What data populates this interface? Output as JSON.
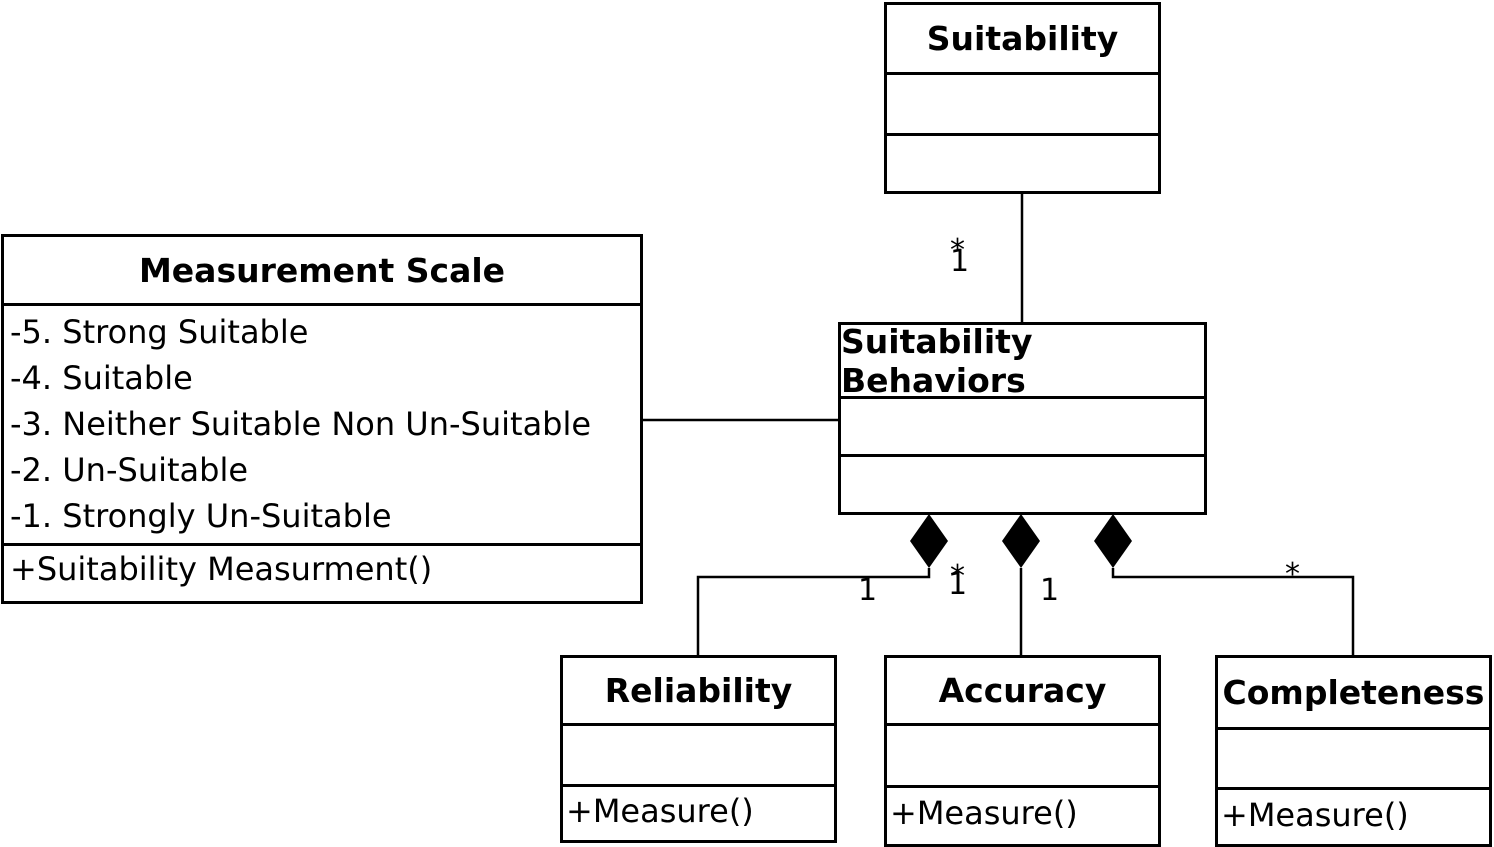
{
  "classes": {
    "suitability": {
      "name": "Suitability",
      "attributes": [],
      "operations": []
    },
    "suitability_behaviors": {
      "name": "Suitability Behaviors",
      "attributes": [],
      "operations": []
    },
    "measurement_scale": {
      "name": "Measurement Scale",
      "attributes": [
        "-5. Strong Suitable",
        "-4. Suitable",
        "-3. Neither Suitable  Non Un-Suitable",
        "-2. Un-Suitable",
        "-1. Strongly Un-Suitable"
      ],
      "operations": [
        "+Suitability Measurment()"
      ]
    },
    "reliability": {
      "name": "Reliability",
      "attributes": [],
      "operations": [
        "+Measure()"
      ]
    },
    "accuracy": {
      "name": "Accuracy",
      "attributes": [],
      "operations": [
        "+Measure()"
      ]
    },
    "completeness": {
      "name": "Completeness",
      "attributes": [],
      "operations": [
        "+Measure()"
      ]
    }
  },
  "multiplicities": {
    "suitability_to_behaviors_star": "*",
    "suitability_to_behaviors_one": "1",
    "reliability_one": "1",
    "center_star": "*",
    "center_one": "1",
    "accuracy_one": "1",
    "completeness_star": "*"
  }
}
